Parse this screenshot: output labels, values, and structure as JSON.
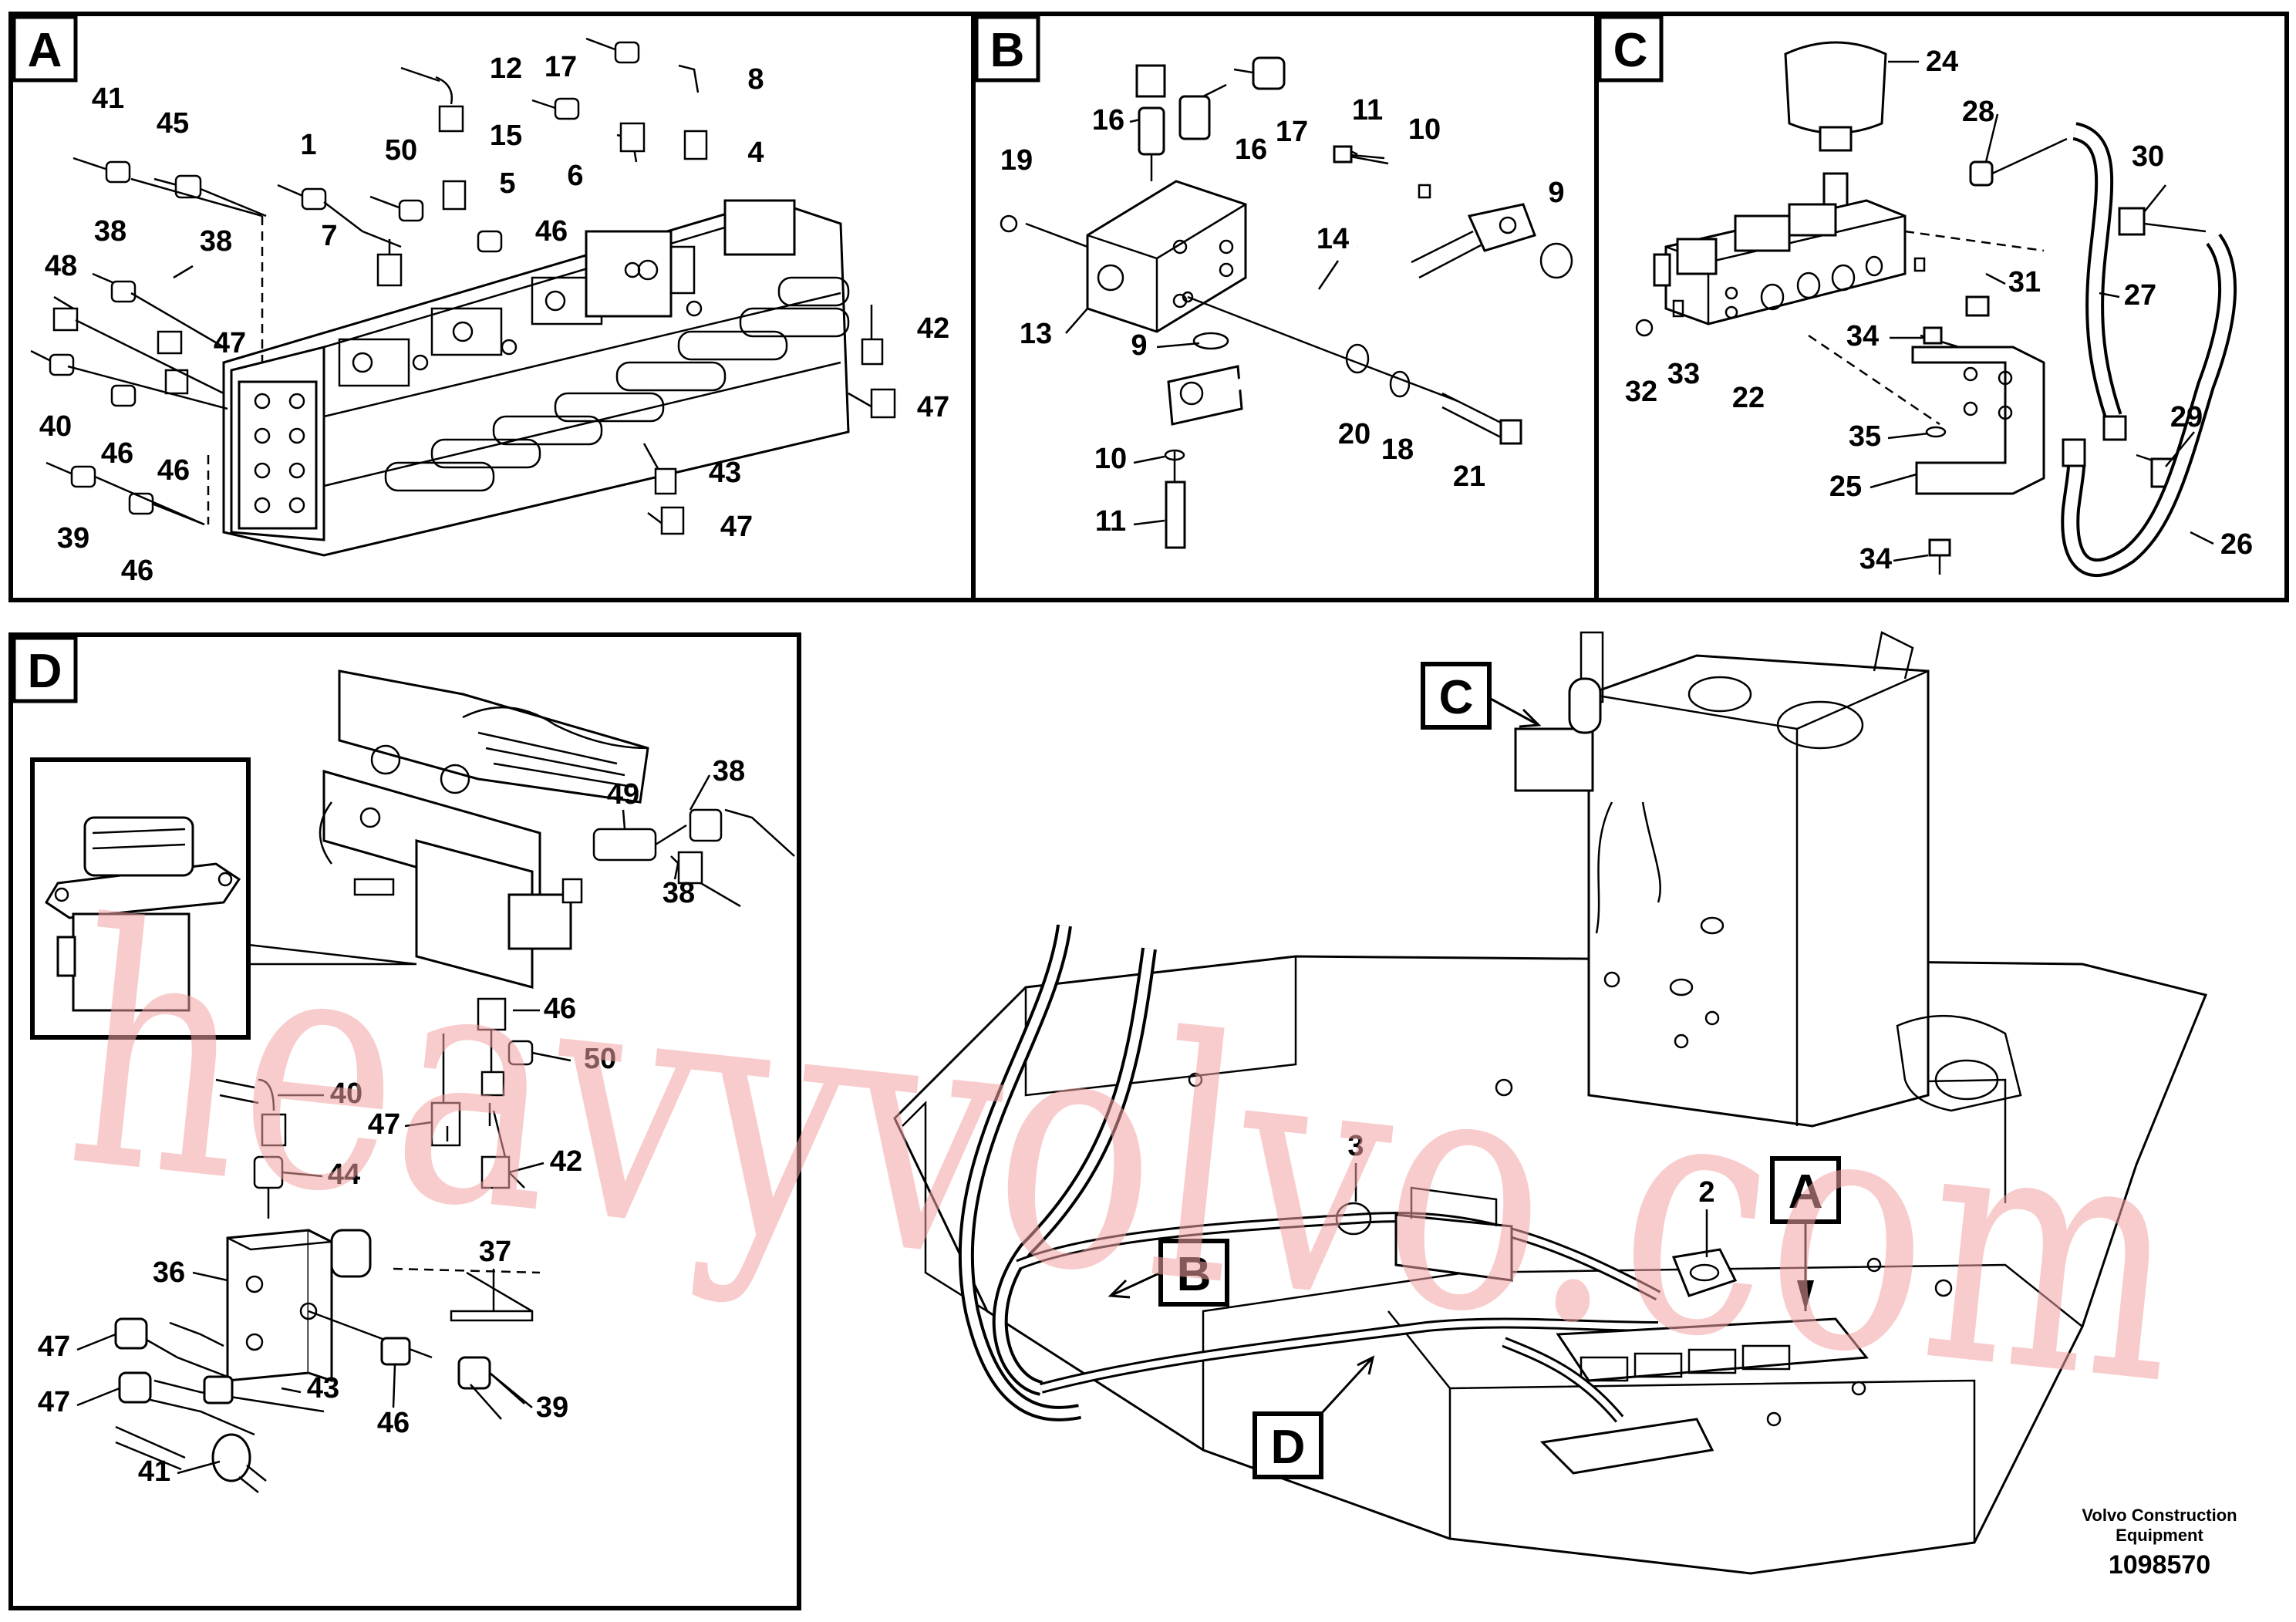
{
  "panels": {
    "a": {
      "tag": "A",
      "labels": [
        "41",
        "45",
        "1",
        "12",
        "17",
        "8",
        "50",
        "5",
        "15",
        "6",
        "4",
        "38",
        "38",
        "48",
        "7",
        "46",
        "47",
        "42",
        "47",
        "40",
        "46",
        "46",
        "43",
        "39",
        "46",
        "47"
      ]
    },
    "b": {
      "tag": "B",
      "labels": [
        "16",
        "16",
        "17",
        "11",
        "10",
        "19",
        "9",
        "14",
        "13",
        "9",
        "20",
        "18",
        "21",
        "10",
        "11"
      ]
    },
    "c": {
      "tag": "C",
      "labels": [
        "24",
        "28",
        "30",
        "27",
        "31",
        "32",
        "33",
        "22",
        "34",
        "35",
        "25",
        "29",
        "26",
        "34"
      ]
    },
    "d": {
      "tag": "D",
      "labels": [
        "38",
        "49",
        "38",
        "46",
        "50",
        "47",
        "42",
        "40",
        "44",
        "37",
        "36",
        "47",
        "43",
        "46",
        "39",
        "47",
        "41"
      ]
    }
  },
  "overview": {
    "callouts": [
      "C",
      "B",
      "D",
      "A"
    ],
    "labels": [
      "3",
      "2"
    ]
  },
  "footer": {
    "company_line1": "Volvo Construction",
    "company_line2": "Equipment",
    "drawing_number": "1098570"
  },
  "watermark": "heavyvolvo.com"
}
